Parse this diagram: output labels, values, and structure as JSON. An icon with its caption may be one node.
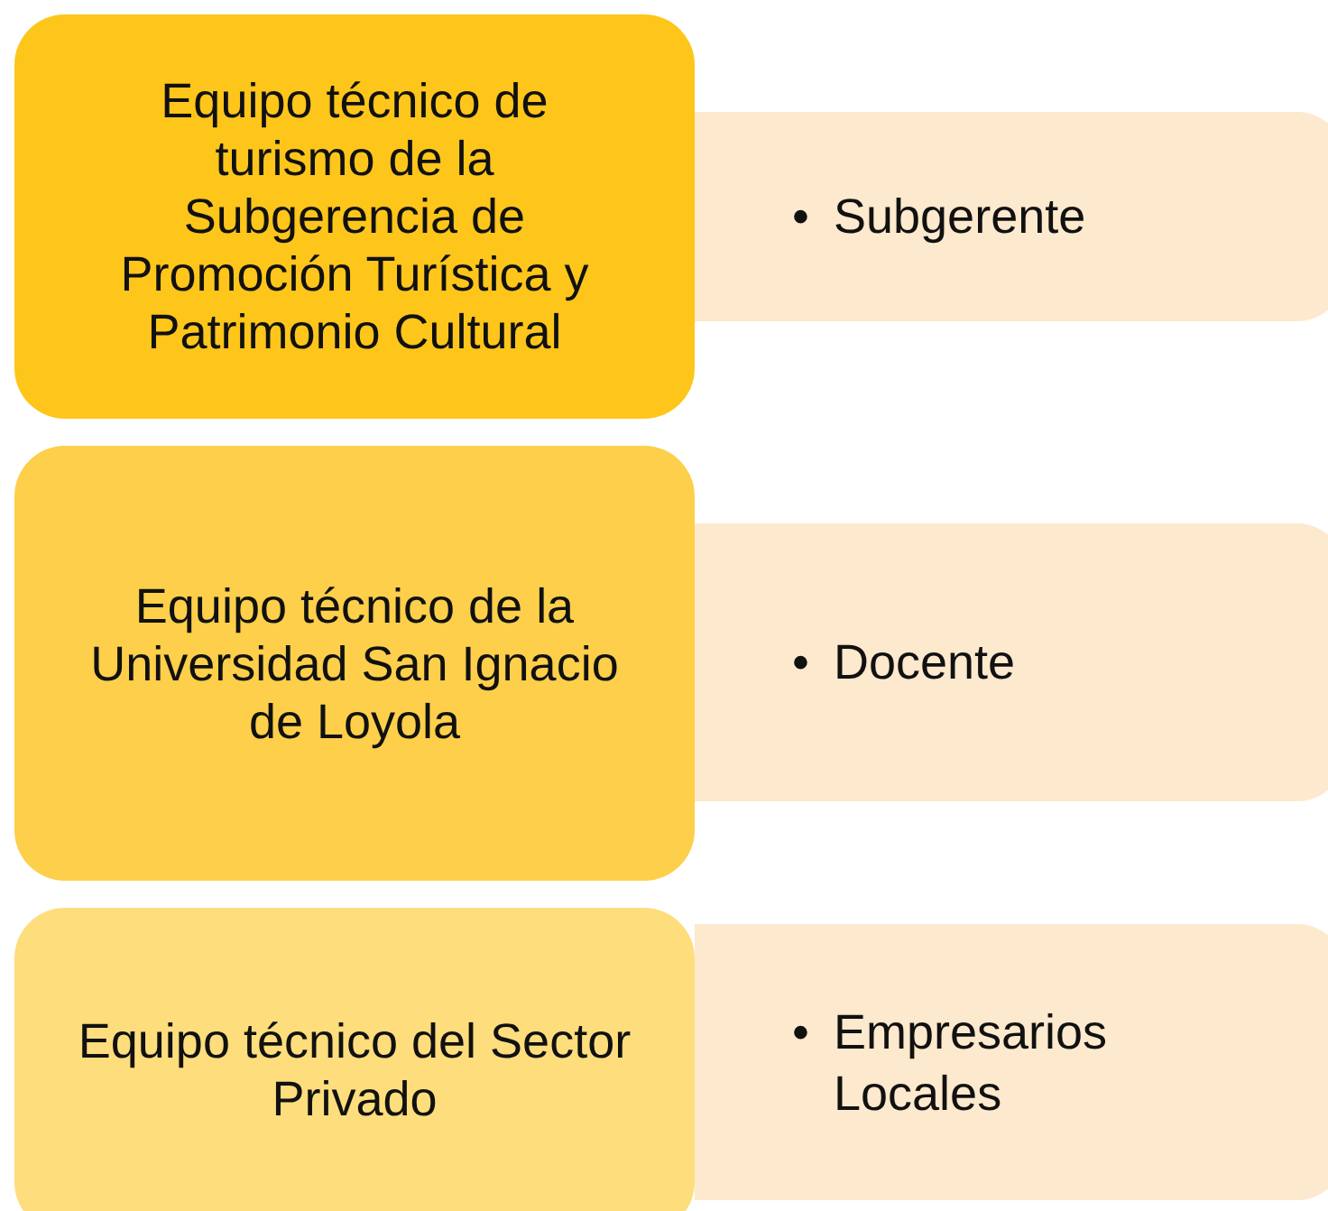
{
  "diagram": {
    "nodes": [
      {
        "text": [
          "Equipo técnico de turismo de la Subgerencia de Promoción Turística y Patrimonio Cultural"
        ]
      },
      {
        "text": [
          "•",
          "Subgerente"
        ]
      },
      {
        "text": [
          "Equipo técnico de la Universidad San Ignacio de Loyola"
        ]
      },
      {
        "text": [
          "•",
          "Docente"
        ]
      },
      {
        "text": [
          "Equipo técnico del Sector Privado"
        ]
      },
      {
        "text": [
          "•",
          "Empresarios Locales"
        ]
      }
    ],
    "edges": []
  }
}
